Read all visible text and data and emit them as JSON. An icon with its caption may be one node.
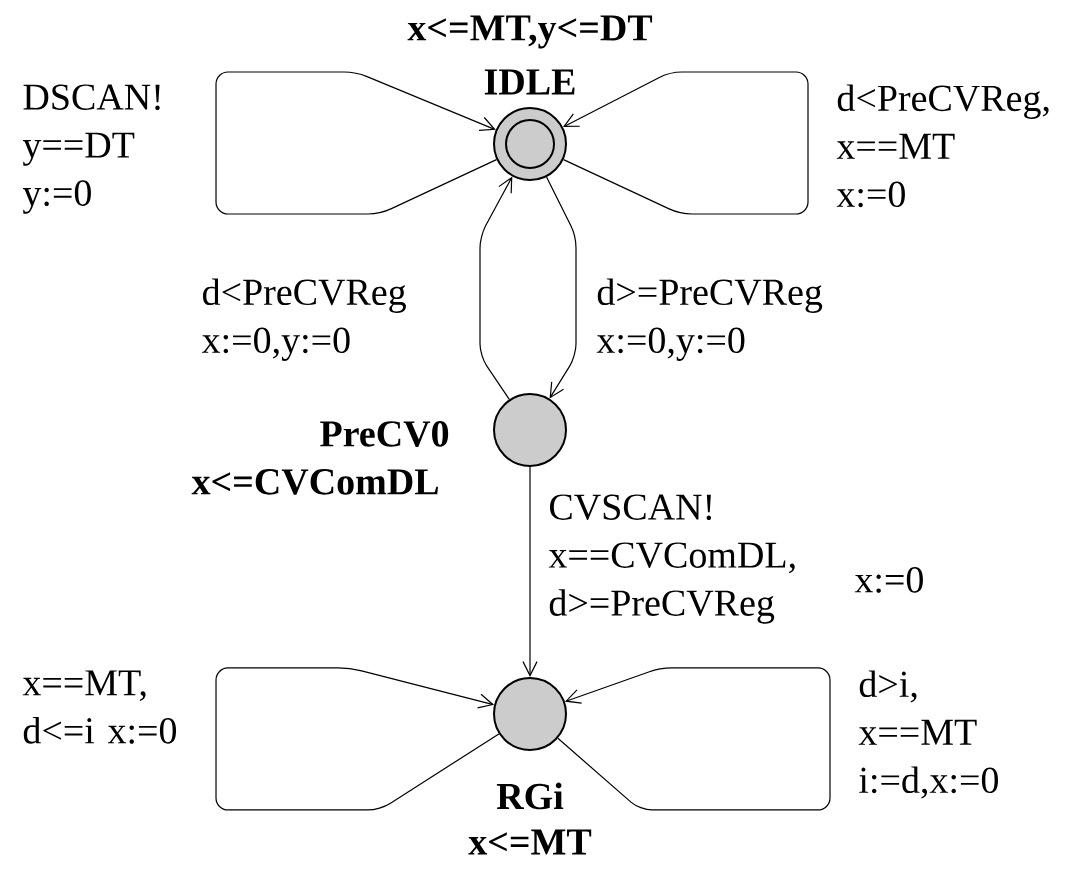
{
  "diagram": {
    "nodes": [
      {
        "text": [
          "x<=MT,y<=DT",
          "IDLE"
        ]
      },
      {
        "text": [
          "PreCV0",
          "x<=CVComDL"
        ]
      },
      {
        "text": [
          "RGi",
          "x<=MT"
        ]
      }
    ],
    "edges": [
      {
        "from": 0,
        "to": 0,
        "arrow": "to",
        "label": "DSCAN! y==DT y:=0"
      },
      {
        "from": 0,
        "to": 0,
        "arrow": "to",
        "label": "d<PreCVReg, x==MT x:=0"
      },
      {
        "from": 1,
        "to": 0,
        "arrow": "to",
        "label": "d<PreCVReg x:=0,y:=0"
      },
      {
        "from": 0,
        "to": 1,
        "arrow": "to",
        "label": "d>=PreCVReg x:=0,y:=0"
      },
      {
        "from": 1,
        "to": 2,
        "arrow": "to",
        "label": "CVSCAN! x==CVComDL, d>=PreCVReg"
      },
      {
        "from": 2,
        "to": 2,
        "arrow": "to",
        "label": "x==MT, d<=i x:=0"
      },
      {
        "from": 2,
        "to": 2,
        "arrow": "to",
        "label": "d>i, x==MT i:=d,x:=0"
      }
    ],
    "labels": [
      "x:=0"
    ]
  }
}
